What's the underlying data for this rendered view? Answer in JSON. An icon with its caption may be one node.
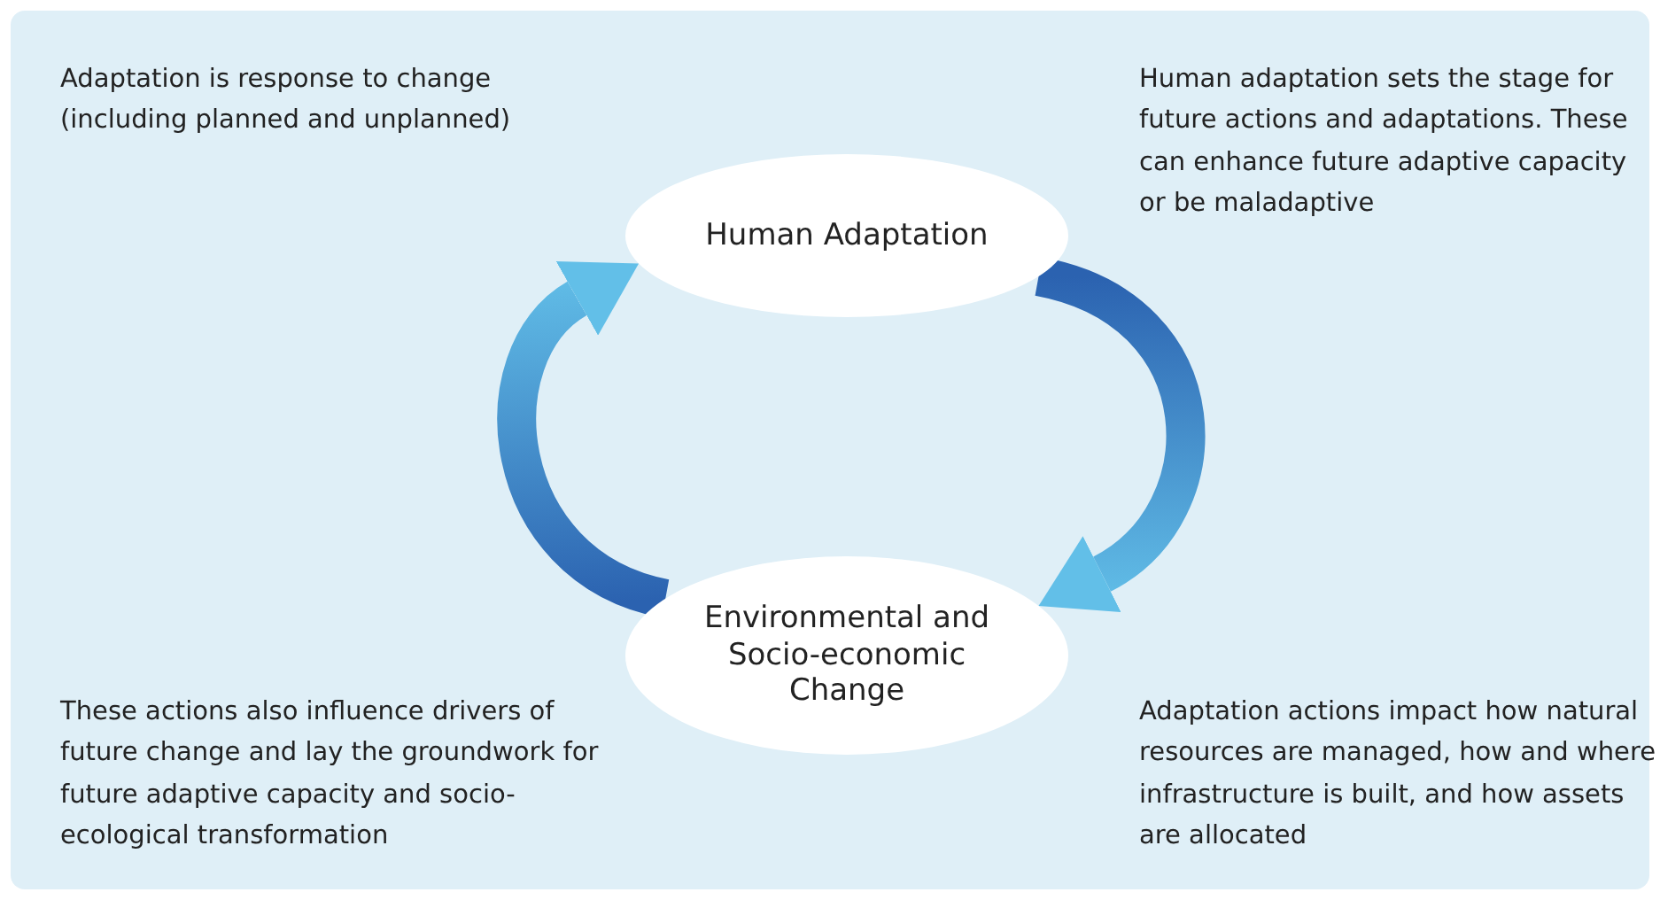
{
  "diagram": {
    "nodes": [
      {
        "text": [
          "Human Adaptation"
        ]
      },
      {
        "text": [
          "Environmental and Socio-economic Change"
        ]
      }
    ],
    "edges": [
      {
        "from": 1,
        "to": 0,
        "arrow": "to"
      },
      {
        "from": 0,
        "to": 1,
        "arrow": "to"
      }
    ],
    "labels": [
      "Adaptation is response to change (including planned and unplanned)",
      "Human adaptation sets the stage for future actions and adaptations. These can enhance future adaptive capacity or be maladaptive",
      "These actions also influence drivers of future change and lay the groundwork for future adaptive capacity and socio-ecological transformation",
      "Adaptation actions impact how natural resources are managed, how and where infrastructure is built, and how assets are allocated"
    ]
  }
}
